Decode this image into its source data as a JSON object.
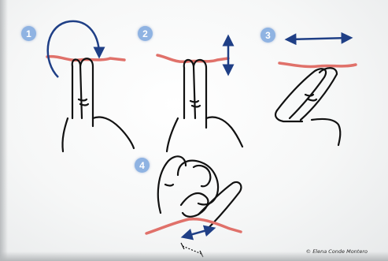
{
  "steps": [
    {
      "number": "1",
      "motion": "circular"
    },
    {
      "number": "2",
      "motion": "up-down"
    },
    {
      "number": "3",
      "motion": "left-right"
    },
    {
      "number": "4",
      "motion": "roll-between-fingers"
    }
  ],
  "credit": "© Elena Conde Montero",
  "colors": {
    "badge": "#8fb3e2",
    "arrow": "#1f3f86",
    "thread": "#e0716a",
    "outline": "#111111"
  },
  "icons": {
    "arrow-circular": "curved-arrow-icon",
    "arrow-vertical": "double-vertical-arrow-icon",
    "arrow-horizontal": "double-horizontal-arrow-icon",
    "arrow-diagonal": "double-diagonal-arrow-icon"
  }
}
